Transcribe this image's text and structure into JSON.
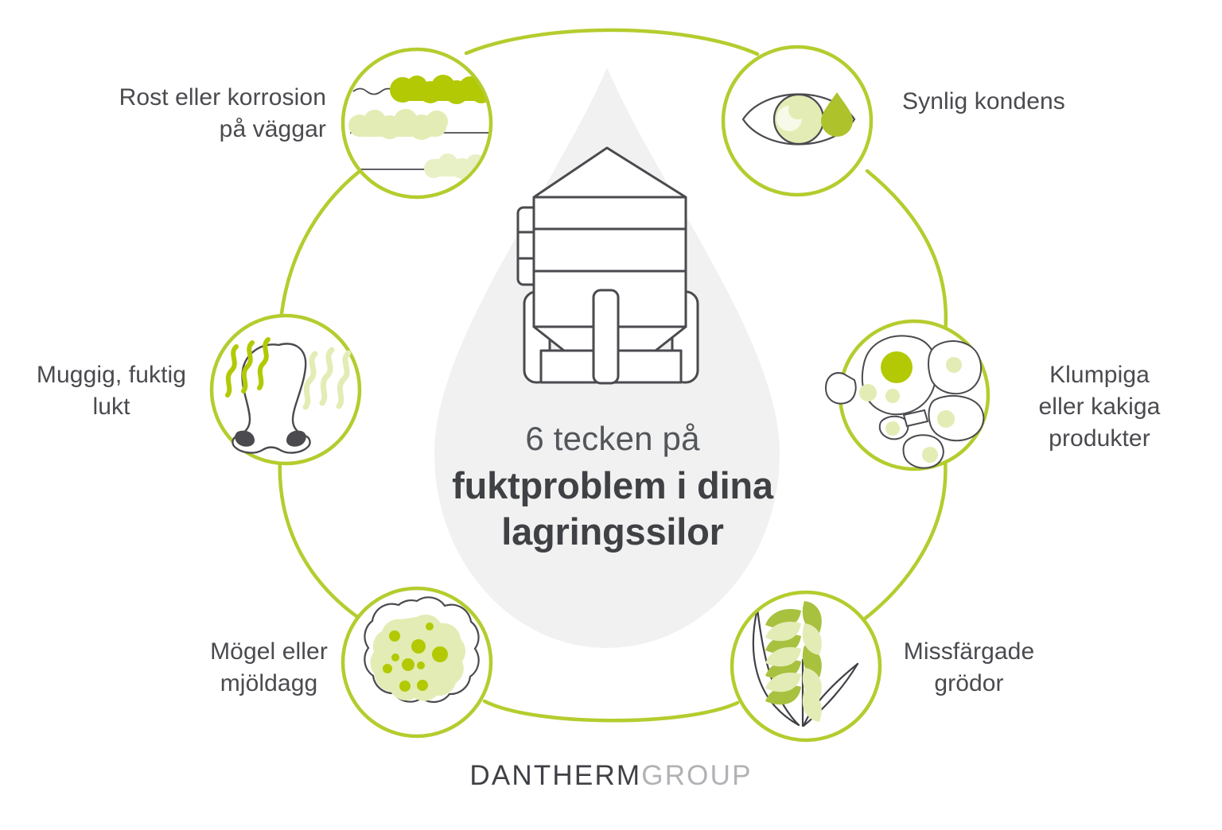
{
  "meta": {
    "language": "sv",
    "accent_green": "#b5cc2e",
    "accent_green_dark": "#b2c903",
    "accent_green_pale": "#e3ecb4",
    "text_dark": "#4a4a4f",
    "teardrop_fill": "#f1f1f1",
    "background": "#ffffff"
  },
  "center": {
    "kicker": "6 tecken på",
    "title": "fuktproblem i dina\nlagringssilor",
    "icon": "grain-storage-silo-icon"
  },
  "logo": {
    "primary": "DANTHERM",
    "secondary": "GROUP"
  },
  "signs": [
    {
      "id": "rust",
      "label": "Rost eller korrosion\npå väggar",
      "icon": "rust-corrosion-wall-icon",
      "align": "right",
      "position": "top-left"
    },
    {
      "id": "condensation",
      "label": "Synlig kondens",
      "icon": "eye-with-droplet-icon",
      "align": "left",
      "position": "top-right"
    },
    {
      "id": "clumping",
      "label": "Klumpiga\neller kakiga\nprodukter",
      "icon": "clumped-product-icon",
      "align": "center",
      "position": "right"
    },
    {
      "id": "discoloured",
      "label": "Missfärgade\ngrödor",
      "icon": "wheat-stalk-icon",
      "align": "center",
      "position": "bottom-right"
    },
    {
      "id": "mould",
      "label": "Mögel eller\nmjöldagg",
      "icon": "mould-spores-icon",
      "align": "center",
      "position": "bottom-left"
    },
    {
      "id": "odour",
      "label": "Muggig, fuktig\nlukt",
      "icon": "nose-smell-icon",
      "align": "center",
      "position": "left"
    }
  ]
}
